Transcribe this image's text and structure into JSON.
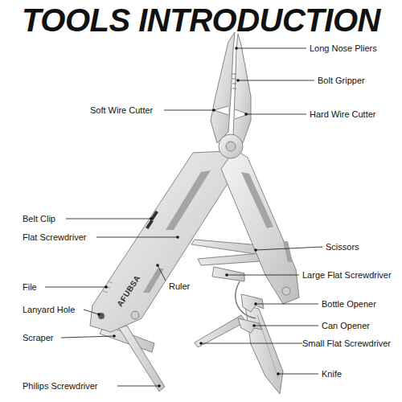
{
  "diagram": {
    "title": "TOOLS INTRODUCTION",
    "labels": [
      "Long Nose Pliers",
      "Bolt Gripper",
      "Soft Wire Cutter",
      "Hard Wire Cutter",
      "Belt Clip",
      "Flat Screwdriver",
      "Scissors",
      "Large Flat Screwdriver",
      "File",
      "Ruler",
      "Bottle Opener",
      "Lanyard Hole",
      "Can Opener",
      "Scraper",
      "Small Flat Screwdriver",
      "Philips Screwdriver",
      "Knife",
      "AFUBSA"
    ]
  }
}
